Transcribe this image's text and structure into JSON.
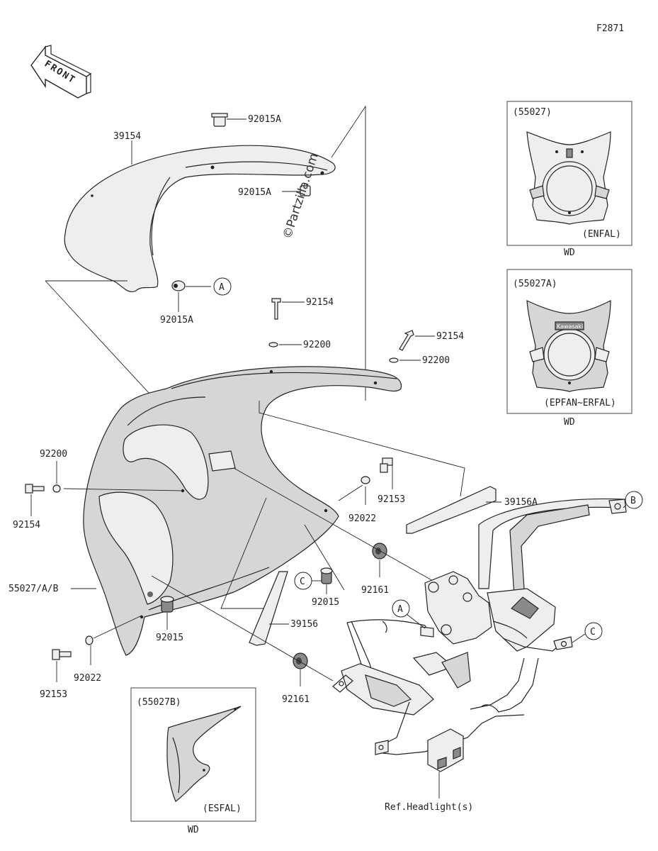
{
  "figure_code": "F2871",
  "front_label": "FRONT",
  "watermark": "©Partzilla.com",
  "parts": {
    "p39154": "39154",
    "p92015A_top": "92015A",
    "p92015A_mid": "92015A",
    "p92015A_low": "92015A",
    "p92154_a": "92154",
    "p92200_a": "92200",
    "p92154_b": "92154",
    "p92200_b": "92200",
    "p92200_c": "92200",
    "p92154_c": "92154",
    "p92022_a": "92022",
    "p92153_a": "92153",
    "p39156A": "39156A",
    "p55027AB": "55027/A/B",
    "p92161_a": "92161",
    "p92015_a": "92015",
    "p92015_b": "92015",
    "p39156": "39156",
    "p92022_b": "92022",
    "p92153_b": "92153",
    "p92161_b": "92161",
    "ref_headlight": "Ref.Headlight(s)"
  },
  "callouts": {
    "a1": "A",
    "a2": "A",
    "b": "B",
    "c1": "C",
    "c2": "C"
  },
  "insets": {
    "enfal": {
      "code": "(55027)",
      "variant": "(ENFAL)",
      "note": "WD"
    },
    "epfan": {
      "code": "(55027A)",
      "variant": "(EPFAN~ERFAL)",
      "note": "WD",
      "brand": "Kawasaki"
    },
    "esfal": {
      "code": "(55027B)",
      "variant": "(ESFAL)",
      "note": "WD"
    }
  }
}
